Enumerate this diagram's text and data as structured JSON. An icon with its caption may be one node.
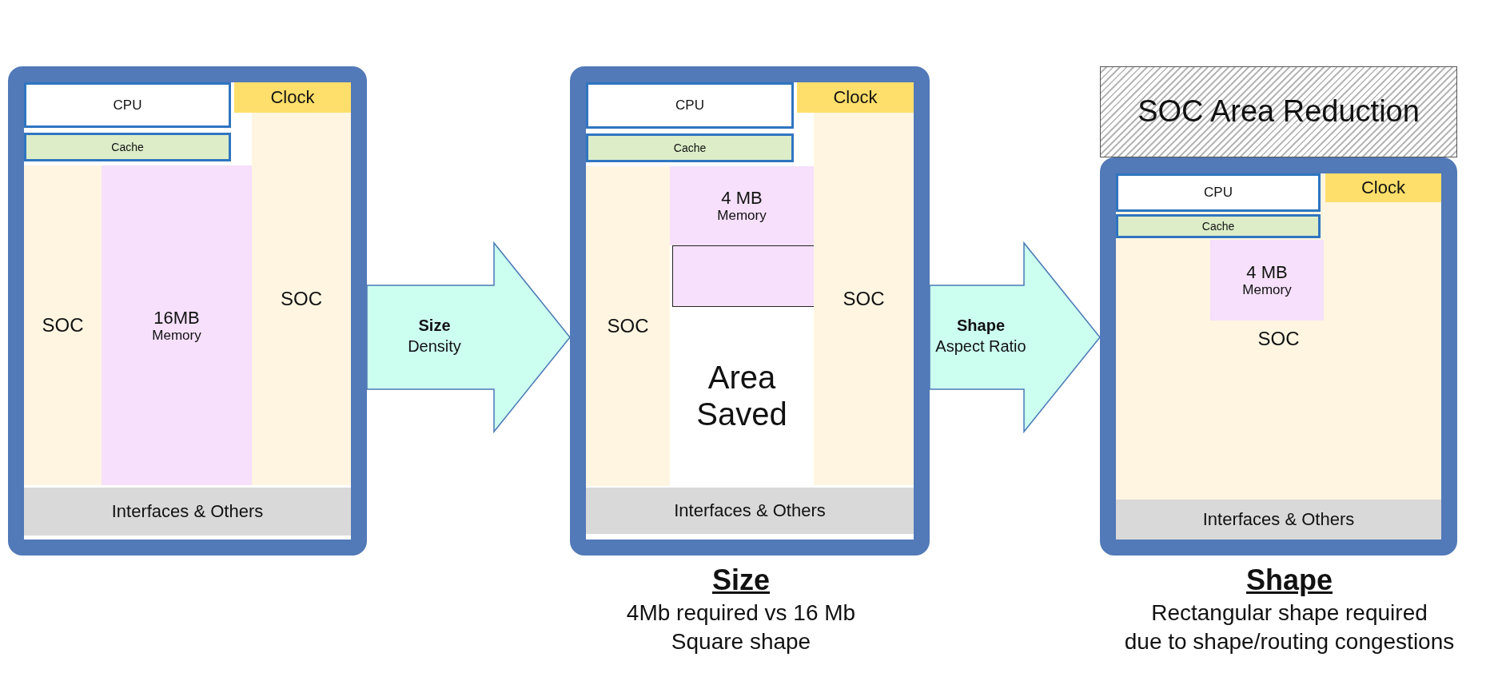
{
  "diagram": {
    "nodes": [
      {
        "text": [],
        "shape": "box"
      },
      {
        "text": [
          "CPU"
        ],
        "in": 0
      },
      {
        "text": [
          "Clock"
        ],
        "in": 0
      },
      {
        "text": [
          "Cache"
        ],
        "in": 0
      },
      {
        "text": [
          "SOC"
        ],
        "in": 0
      },
      {
        "text": [
          "16MB",
          "Memory"
        ],
        "in": 0
      },
      {
        "text": [
          "SOC"
        ],
        "in": 0
      },
      {
        "text": [
          "Interfaces & Others"
        ],
        "in": 0
      },
      {
        "text": [],
        "shape": "box",
        "beside": [
          "Size",
          "4Mb required vs 16 Mb",
          "Square shape"
        ]
      },
      {
        "text": [
          "CPU"
        ],
        "in": 8
      },
      {
        "text": [
          "Clock"
        ],
        "in": 8
      },
      {
        "text": [
          "Cache"
        ],
        "in": 8
      },
      {
        "text": [
          "SOC"
        ],
        "in": 8
      },
      {
        "text": [
          "4 MB",
          "Memory"
        ],
        "in": 8
      },
      {
        "text": [],
        "shape": "box",
        "in": 8
      },
      {
        "text": [
          "Area Saved"
        ],
        "in": 8
      },
      {
        "text": [
          "SOC"
        ],
        "in": 8
      },
      {
        "text": [
          "Interfaces & Others"
        ],
        "in": 8
      },
      {
        "text": [
          "SOC Area Reduction"
        ]
      },
      {
        "text": [],
        "shape": "box",
        "beside": [
          "Shape",
          "Rectangular shape required",
          "due to shape/routing congestions"
        ]
      },
      {
        "text": [
          "CPU"
        ],
        "in": 19
      },
      {
        "text": [
          "Clock"
        ],
        "in": 19
      },
      {
        "text": [
          "Cache"
        ],
        "in": 19
      },
      {
        "text": [
          "SOC"
        ],
        "in": 19
      },
      {
        "text": [
          "4 MB",
          "Memory"
        ],
        "in": 23
      },
      {
        "text": [
          "Interfaces & Others"
        ],
        "in": 19
      }
    ],
    "edges": [
      {
        "from": 0,
        "to": 8,
        "arrow": "to",
        "label": "**Size** Density"
      },
      {
        "from": 8,
        "to": 19,
        "arrow": "to",
        "label": "**Shape** Aspect Ratio"
      }
    ]
  }
}
